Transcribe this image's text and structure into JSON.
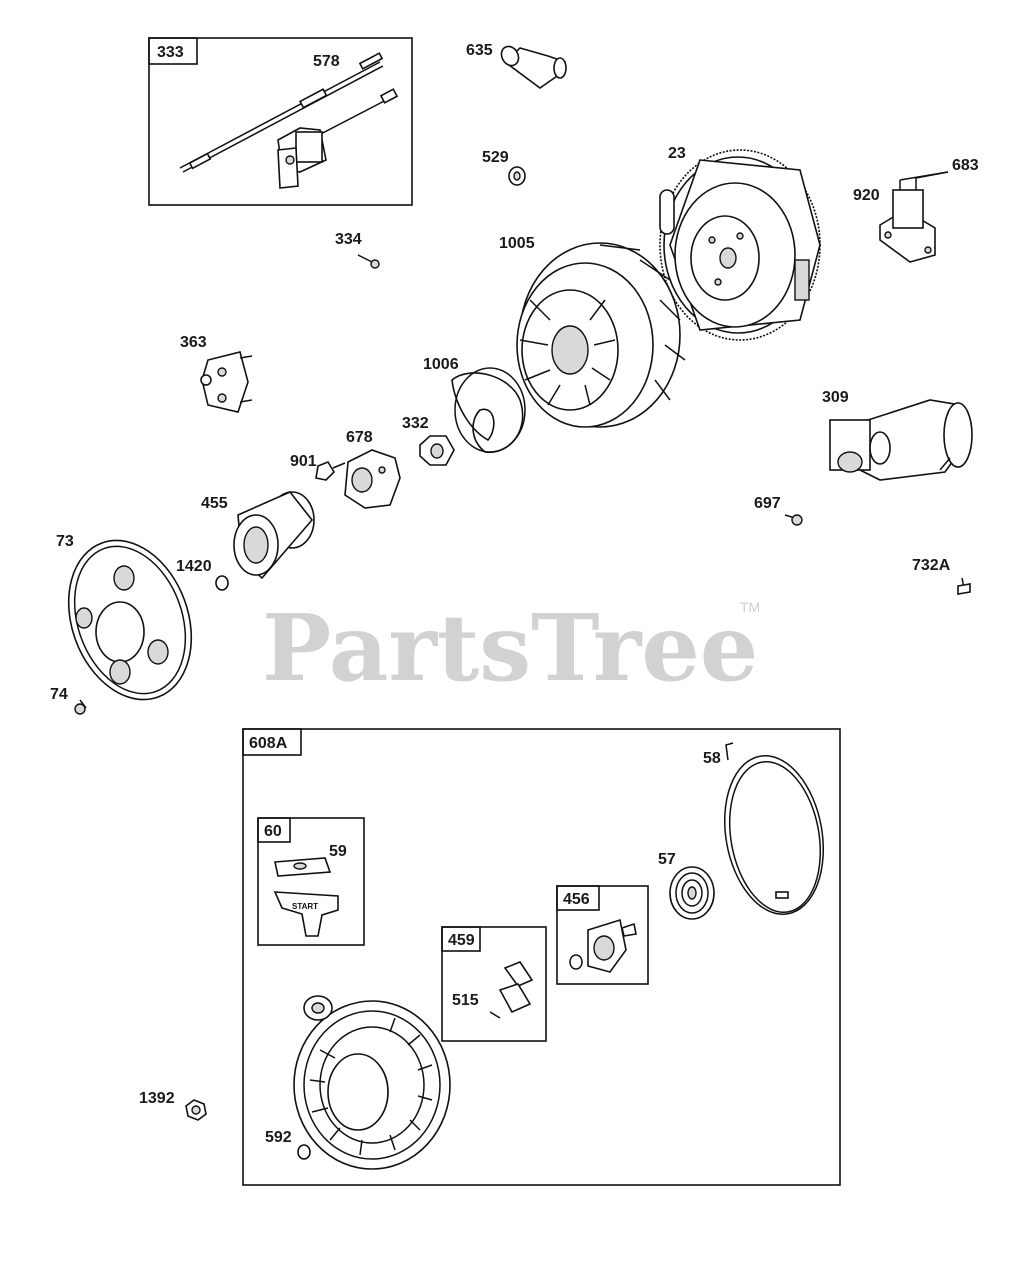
{
  "watermark": {
    "text": "PartsTree",
    "trademark": "TM"
  },
  "kits": {
    "k333": "333",
    "k608A": "608A",
    "k60": "60",
    "k459": "459",
    "k456": "456"
  },
  "parts": {
    "p578": "578",
    "p635": "635",
    "p529": "529",
    "p23": "23",
    "p683": "683",
    "p920": "920",
    "p334": "334",
    "p1005": "1005",
    "p363": "363",
    "p1006": "1006",
    "p309": "309",
    "p332": "332",
    "p678": "678",
    "p901": "901",
    "p455": "455",
    "p697": "697",
    "p73": "73",
    "p1420": "1420",
    "p732A": "732A",
    "p74": "74",
    "p58": "58",
    "p59": "59",
    "p57": "57",
    "p515": "515",
    "p1392": "1392",
    "p592": "592"
  },
  "handle_text": "START"
}
